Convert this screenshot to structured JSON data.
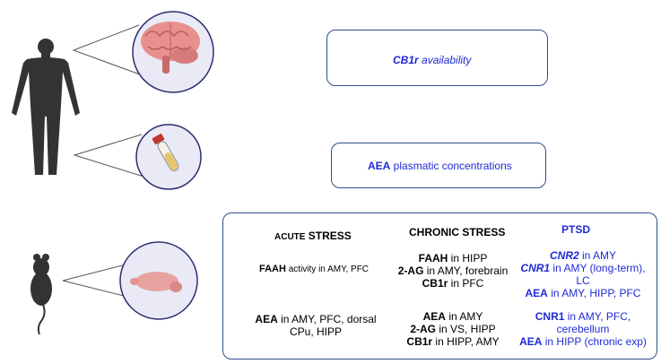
{
  "human": {
    "brain_box": {
      "marker": "CB1r",
      "text": " availability"
    },
    "blood_box": {
      "marker": "AEA",
      "text": " plasmatic concentrations"
    }
  },
  "rodent": {
    "headers": {
      "acute_small": "ACUTE",
      "acute_big": " STRESS",
      "chronic": "CHRONIC STRESS",
      "ptsd": "PTSD"
    },
    "up_row": {
      "acute": {
        "marker": "FAAH",
        "text": " activity in AMY, PFC"
      },
      "chronic": [
        {
          "marker": "FAAH",
          "text": " in HIPP"
        },
        {
          "marker": "2-AG",
          "text": " in AMY, forebrain"
        },
        {
          "marker": "CB1r",
          "text": " in PFC"
        }
      ],
      "ptsd": [
        {
          "marker": "CNR2",
          "text": " in AMY"
        },
        {
          "marker": "CNR1",
          "text": " in AMY (long-term),"
        },
        {
          "marker": "",
          "text": "LC"
        },
        {
          "marker": "AEA",
          "text": " in AMY, HIPP, PFC"
        }
      ]
    },
    "down_row": {
      "acute": [
        {
          "marker": "AEA",
          "text": " in AMY, PFC, dorsal"
        },
        {
          "marker": "",
          "text": "CPu, HIPP"
        }
      ],
      "chronic": [
        {
          "marker": "AEA",
          "text": " in AMY"
        },
        {
          "marker": "2-AG",
          "text": " in VS, HIPP"
        },
        {
          "marker": "CB1r",
          "text": " in HIPP, AMY"
        }
      ],
      "ptsd": [
        {
          "marker": "CNR1",
          "text": " in AMY, PFC,"
        },
        {
          "marker": "",
          "text": "cerebellum"
        },
        {
          "marker": "AEA",
          "text": " in HIPP (chronic exp)"
        }
      ]
    }
  },
  "colors": {
    "blue_text": "#1f2ad6",
    "box_border": "#2f4f8a",
    "arrow_up": "#22b522",
    "arrow_down": "#c81e1e"
  }
}
